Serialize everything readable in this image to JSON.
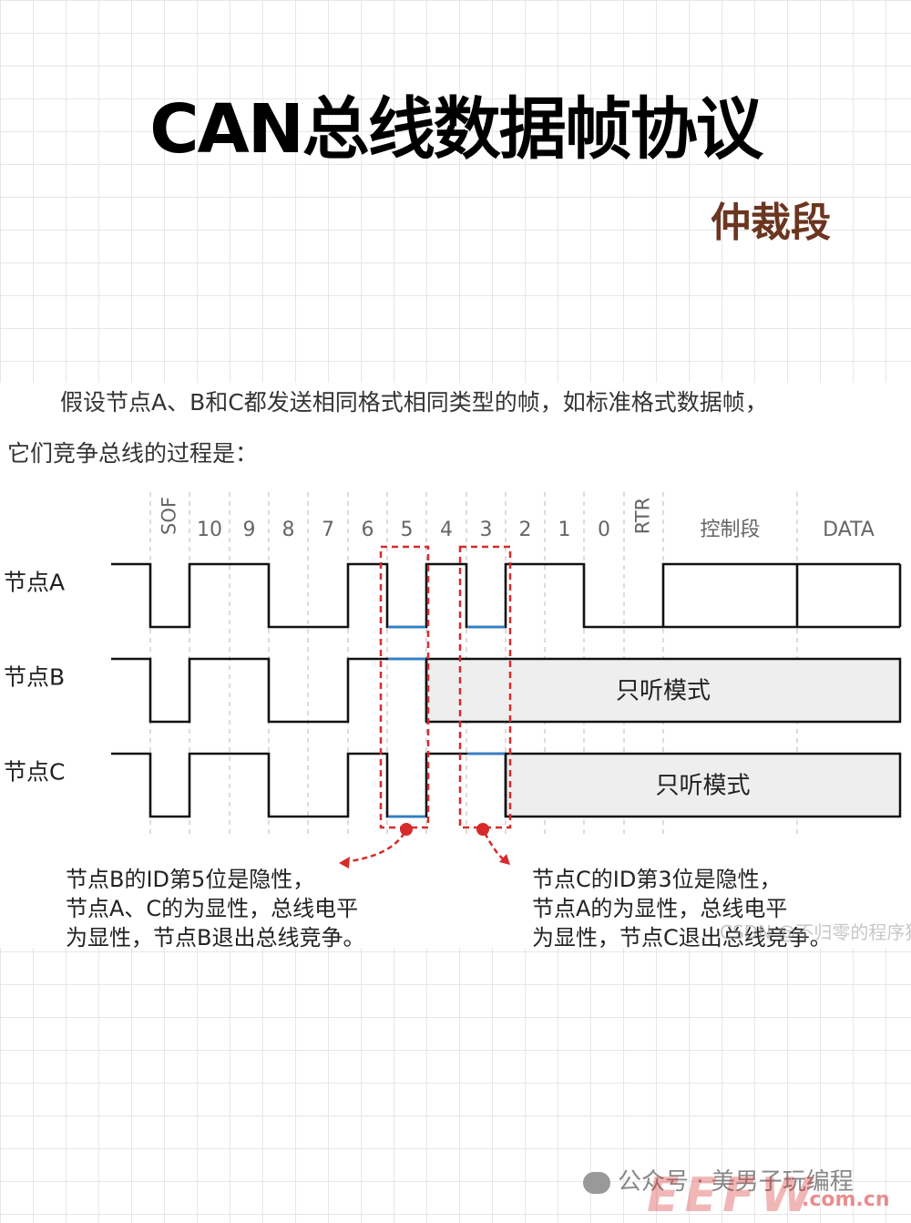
{
  "title": "CAN总线数据帧协议",
  "subtitle": "仲裁段",
  "intro": {
    "line1": "假设节点A、B和C都发送相同格式相同类型的帧，如标准格式数据帧，",
    "line2": "它们竞争总线的过程是："
  },
  "bit_headers": [
    "SOF",
    "10",
    "9",
    "8",
    "7",
    "6",
    "5",
    "4",
    "3",
    "2",
    "1",
    "0",
    "RTR",
    "控制段",
    "DATA"
  ],
  "nodes": [
    {
      "label": "节点A",
      "bits": [
        0,
        1,
        1,
        0,
        0,
        1,
        0,
        1,
        0,
        1,
        1,
        0,
        0
      ],
      "rest": "frame"
    },
    {
      "label": "节点B",
      "bits": [
        0,
        1,
        1,
        0,
        0,
        1,
        1
      ],
      "rest": "listen",
      "listen_text": "只听模式"
    },
    {
      "label": "节点C",
      "bits": [
        0,
        1,
        1,
        0,
        0,
        1,
        0,
        1,
        1
      ],
      "rest": "listen",
      "listen_text": "只听模式"
    }
  ],
  "annotations": [
    {
      "lines": [
        "节点B的ID第5位是隐性，",
        "节点A、C的为显性，总线电平",
        "为显性，节点B退出总线竞争。"
      ]
    },
    {
      "lines": [
        "节点C的ID第3位是隐性，",
        "节点A的为显性，总线电平",
        "为显性，节点C退出总线竞争。"
      ]
    }
  ],
  "watermarks": {
    "csdn": "CSDN @不归零的程序猿",
    "wechat": "公众号 · 美男子玩编程",
    "brand": "EEFW",
    "domain": ".com.cn"
  },
  "colors": {
    "signal": "#111111",
    "highlight_box": "#d62b2b",
    "recessive_mark": "#2a7fc9",
    "listen_fill": "#eeeeee",
    "subtitle": "#6b3520"
  }
}
